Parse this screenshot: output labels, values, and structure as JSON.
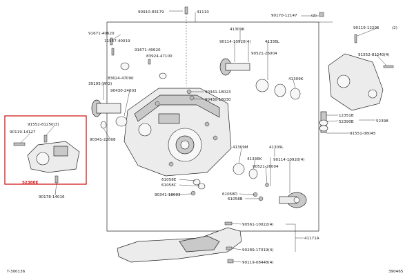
{
  "diagram": {
    "part_numbers": {
      "p_90910_83179": "90910-83179",
      "p_41110": "41110",
      "p_90170_12147": "90170-12147",
      "p_2": "(2)",
      "p_90119_12205": "90119-12205",
      "p_2b": "(2)",
      "p_91671_40620": "91671-40620",
      "p_41309K_top": "41309K",
      "p_11547_40019": "11547-40019",
      "p_91671_40620b": "91671-40620",
      "p_83924_47100": "83924-47100",
      "p_90114_10920": "90114-10920(4)",
      "p_41336L": "41336L",
      "p_90521_26004": "90521-26004",
      "p_91552_81240": "91552-81240(4)",
      "p_83624_47090": "83624-47090",
      "p_39195": "39195",
      "p_w2": "(W/2)",
      "p_90430_24003": "90430-24003",
      "p_90341_18023": "90341-18023",
      "p_90430_18030": "90430-18030",
      "p_41309K_right": "41309K",
      "p_12351B": "12351B",
      "p_52398": "52398",
      "p_52390B": "52390B",
      "p_91551_06045": "91551-06045",
      "p_91552_81250": "91552-81250(3)",
      "p_90119_14127": "90119-14127",
      "p_90341_22008": "90341-22008",
      "p_41309M": "41309M",
      "p_41309L": "41309L",
      "p_41336K": "41336K",
      "p_90114_10920b": "90114-10920(4)",
      "p_90521_26004b": "90521-26004",
      "p_52380E": "52380E",
      "p_61058E": "61058E",
      "p_61058C": "61058C",
      "p_90341_18003": "90341-18003",
      "p_61058D": "61058D",
      "p_61058B": "61058B",
      "p_90178_14016": "90178-14016",
      "p_90561_10022": "90561-10022(4)",
      "p_41171A": "41171A",
      "p_90289_17019": "90289-17019(4)",
      "p_90119_08448": "90119-08448(4)"
    },
    "footer": {
      "left_code": "T-300136",
      "right_code": "390465"
    },
    "colors": {
      "highlight": "#d11a1a",
      "line": "#222222"
    }
  }
}
